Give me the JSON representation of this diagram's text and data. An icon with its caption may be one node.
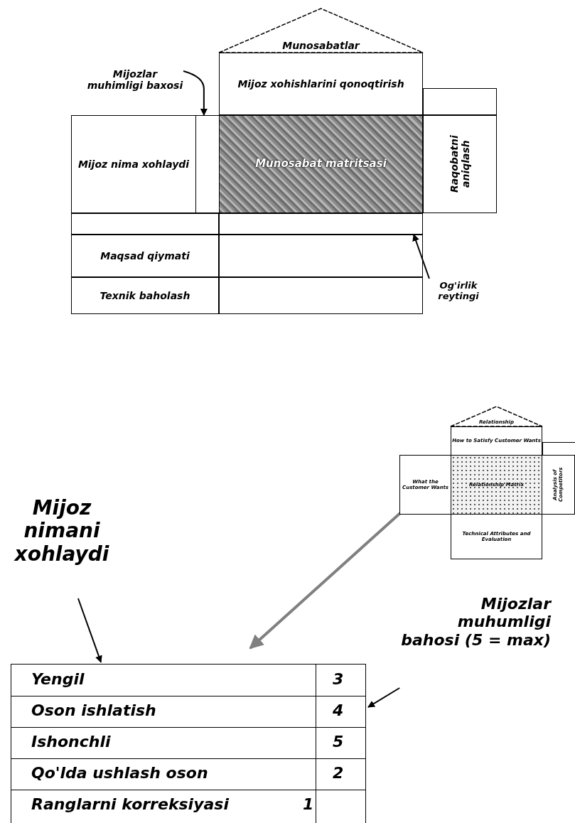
{
  "diagram": {
    "nodes": [
      {
        "text": [
          "Munosabatlar"
        ]
      },
      {
        "text": [
          "Mijoz xohishlarini qonoqtirish"
        ]
      },
      {
        "text": [],
        "shape": "box"
      },
      {
        "text": [
          "Mijozlar muhimligi baxosi"
        ]
      },
      {
        "text": [
          "Mijoz nima xohlaydi"
        ]
      },
      {
        "text": [],
        "shape": "box"
      },
      {
        "text": [
          "Munosabat matritsasi"
        ]
      },
      {
        "text": [
          "Raqobatni aniqlash"
        ]
      },
      {
        "text": [],
        "shape": "box"
      },
      {
        "text": [
          "Og'irlik reytingi"
        ]
      },
      {
        "text": [
          "Maqsad qiymati"
        ]
      },
      {
        "text": [
          "Texnik baholash"
        ]
      },
      {
        "text": [
          "Relationship"
        ]
      },
      {
        "text": [
          "How to Satisfy Customer Wants"
        ]
      },
      {
        "text": [
          "What the Customer Wants"
        ]
      },
      {
        "text": [
          "Relationship Matrix"
        ]
      },
      {
        "text": [
          "Analysis of Competitors"
        ]
      },
      {
        "text": [
          "Technical Attributes and Evaluation"
        ]
      },
      {
        "text": [
          "Mijoz nimani xohlaydi"
        ]
      },
      {
        "text": [
          "Mijozlar muhumligi bahosi (5 = max)"
        ]
      },
      {
        "text": [],
        "shape": "box"
      }
    ],
    "edges": [
      {
        "from": 3,
        "to": 5,
        "arrow": "to"
      },
      {
        "from": 9,
        "to": 8,
        "arrow": "to"
      },
      {
        "from": 14,
        "to": 20,
        "arrow": "to",
        "style": "thick",
        "color": "#808080"
      },
      {
        "from": 18,
        "to": 20,
        "arrow": "to"
      },
      {
        "from": 19,
        "to": 20,
        "arrow": "to"
      }
    ],
    "labels": [
      "Yengil",
      "3",
      "Oson ishlatish",
      "4",
      "Ishonchli",
      "5",
      "Qo'lda ushlash oson",
      "2",
      "Ranglarni korreksiyasi",
      "1"
    ]
  }
}
